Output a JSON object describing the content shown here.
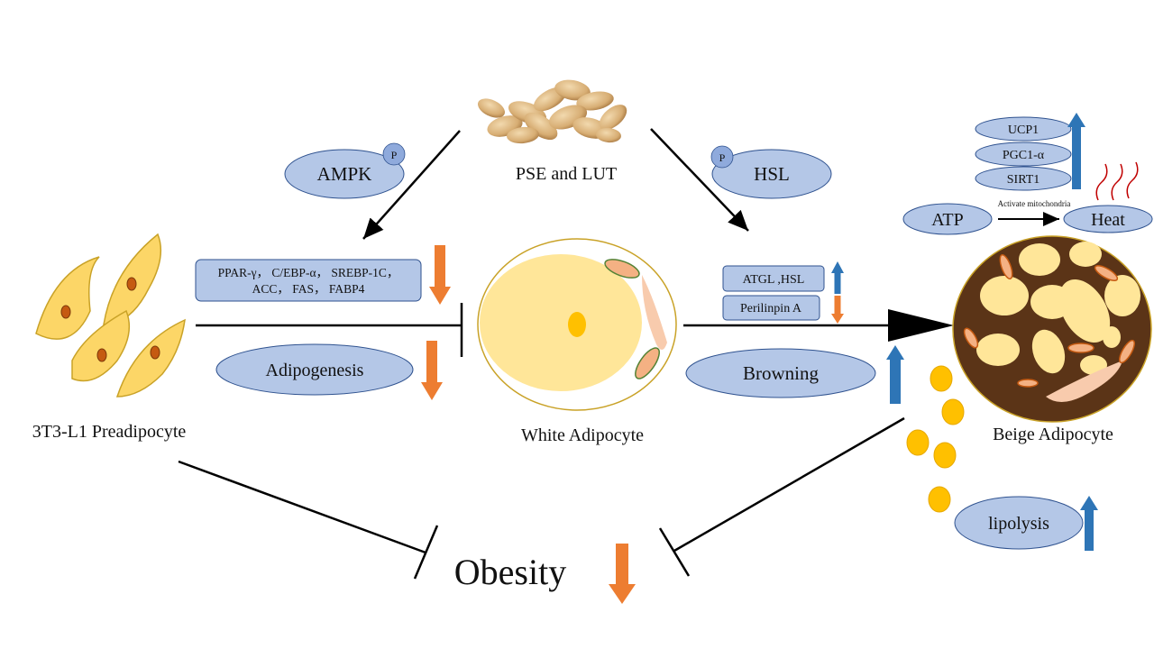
{
  "colors": {
    "node_fill": "#b4c7e7",
    "node_stroke": "#2f528f",
    "arrow_up": "#2e75b6",
    "arrow_down": "#ed7d31",
    "preadipocyte_cell": "#fcd667",
    "white_adipocyte_lipid": "#ffe699",
    "beige_cytoplasm": "#5b3417",
    "mitochondria": "#c55a11",
    "lipid_droplet": "#ffc000",
    "line": "#000000"
  },
  "labels": {
    "source": "PSE and LUT",
    "ampk": "AMPK",
    "hsl": "HSL",
    "phospho": "P",
    "preadipocyte": "3T3-L1 Preadipocyte",
    "white_adipocyte": "White Adipocyte",
    "beige_adipocyte": "Beige Adipocyte",
    "obesity": "Obesity",
    "adipogenesis": "Adipogenesis",
    "browning": "Browning",
    "lipolysis": "lipolysis",
    "atp": "ATP",
    "heat": "Heat",
    "activate_mitochondria": "Activate mitochondria",
    "atgl_hsl": "ATGL ,HSL",
    "perilipin": "Perilinpin  A",
    "adipogenic_markers_line1": "PPAR-γ， C/EBP-α， SREBP-1C，",
    "adipogenic_markers_line2": "ACC， FAS， FABP4",
    "thermogenic_markers": [
      "UCP1",
      "PGC1-α",
      "SIRT1"
    ]
  },
  "icons": {
    "peanut_pile": "peanut-pile-image",
    "preadipocyte_cells": "spindle-cell-icon",
    "white_adipocyte": "white-adipocyte-icon",
    "beige_adipocyte": "beige-adipocyte-icon",
    "heat_waves": "heat-wave-icon",
    "lipid_droplets": "lipid-droplet-icon"
  }
}
